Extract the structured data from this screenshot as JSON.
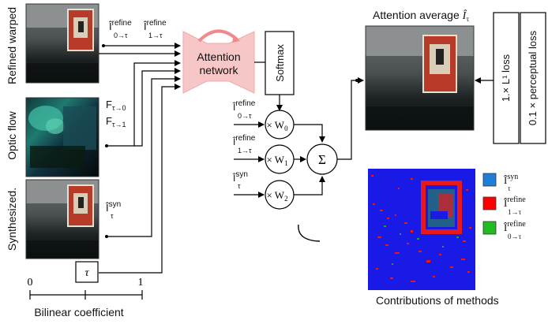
{
  "row_labels": {
    "refined_warped": "Refined warped",
    "optic_flow": "Optic flow",
    "synthesized": "Synthesized."
  },
  "inputs": {
    "refine_0_to_tau": {
      "base": "Î",
      "sup": "refine",
      "sub": "0→τ"
    },
    "refine_1_to_tau": {
      "base": "Î",
      "sup": "refine",
      "sub": "1→τ"
    },
    "flow_tau_0": {
      "base": "F",
      "sub": "τ→0"
    },
    "flow_tau_1": {
      "base": "F",
      "sub": "τ→1"
    },
    "syn": {
      "base": "Î",
      "sup": "syn",
      "sub": "τ"
    }
  },
  "tau_box": "τ",
  "bilinear": {
    "tick_start": "0",
    "tick_end": "1",
    "caption": "Bilinear coefficient"
  },
  "network": {
    "label_line1": "Attention",
    "label_line2": "network",
    "softmax": "Softmax",
    "color": "#f7c6c6"
  },
  "weights": {
    "w0": "× W",
    "w0_sub": "0",
    "w1": "× W",
    "w1_sub": "1",
    "w2": "× W",
    "w2_sub": "2",
    "sum": "Σ"
  },
  "output": {
    "title_prefix": "Attention average ",
    "title_symbol": "Î",
    "title_sub": "τ"
  },
  "losses": {
    "l1": "1.× L¹ loss",
    "perceptual": "0.1 × perceptual loss"
  },
  "contributions": {
    "caption": "Contributions of methods",
    "background_color": "#1a1ae6",
    "legend": [
      {
        "color": "#1f7fd8",
        "base": "Î",
        "sup": "syn",
        "sub": "τ"
      },
      {
        "color": "#ff0000",
        "base": "Î",
        "sup": "refine",
        "sub": "1→τ"
      },
      {
        "color": "#22bb22",
        "base": "Î",
        "sup": "refine",
        "sub": "0→τ"
      }
    ]
  }
}
